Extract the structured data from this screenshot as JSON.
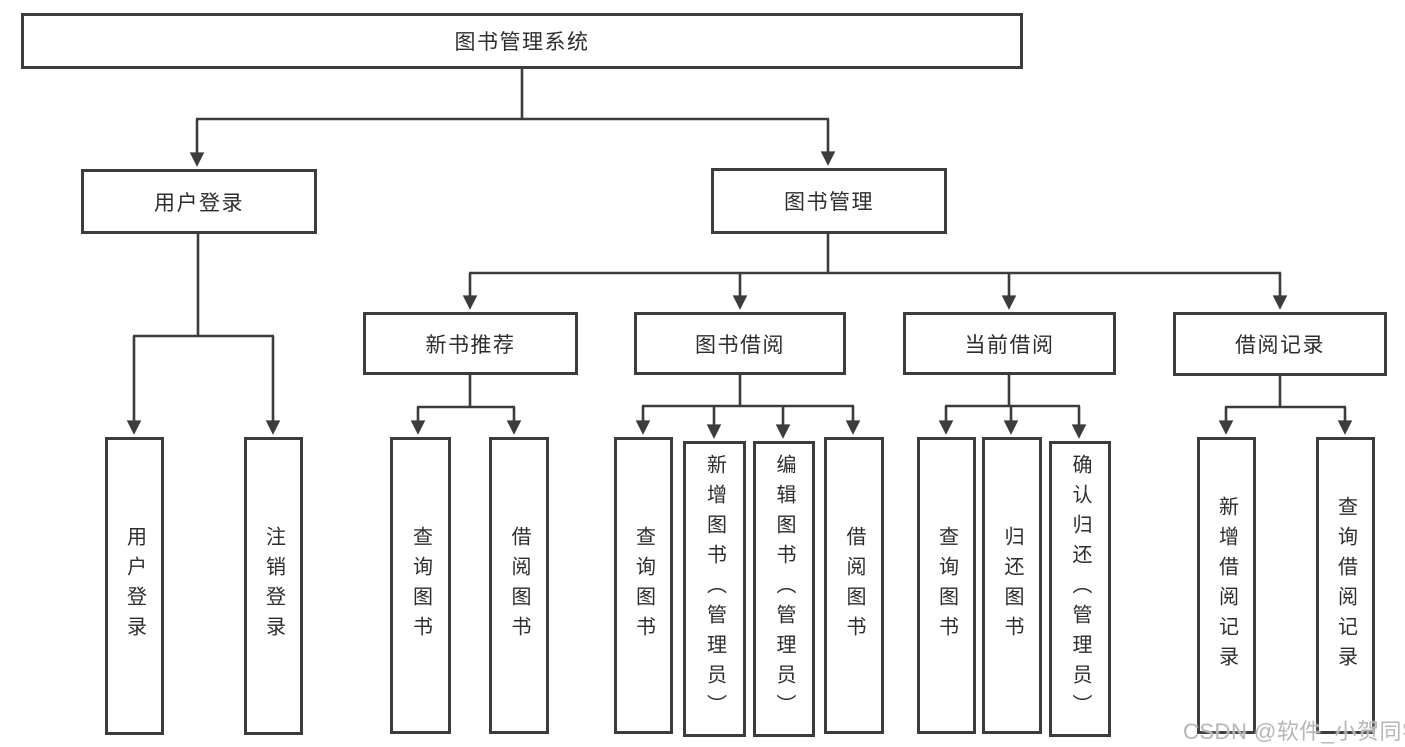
{
  "diagram": {
    "root": {
      "label": "图书管理系统"
    },
    "level2": [
      {
        "label": "用户登录"
      },
      {
        "label": "图书管理"
      }
    ],
    "level3": [
      {
        "label": "新书推荐",
        "parent": "图书管理"
      },
      {
        "label": "图书借阅",
        "parent": "图书管理"
      },
      {
        "label": "当前借阅",
        "parent": "图书管理"
      },
      {
        "label": "借阅记录",
        "parent": "图书管理"
      }
    ],
    "leaves": [
      {
        "label": "用户登录",
        "parent": "用户登录"
      },
      {
        "label": "注销登录",
        "parent": "用户登录"
      },
      {
        "label": "查询图书",
        "parent": "新书推荐"
      },
      {
        "label": "借阅图书",
        "parent": "新书推荐"
      },
      {
        "label": "查询图书",
        "parent": "图书借阅"
      },
      {
        "label": "新增图书（管理员）",
        "parent": "图书借阅"
      },
      {
        "label": "编辑图书（管理员）",
        "parent": "图书借阅"
      },
      {
        "label": "借阅图书",
        "parent": "图书借阅"
      },
      {
        "label": "查询图书",
        "parent": "当前借阅"
      },
      {
        "label": "归还图书",
        "parent": "当前借阅"
      },
      {
        "label": "确认归还（管理员）",
        "parent": "当前借阅"
      },
      {
        "label": "新增借阅记录",
        "parent": "借阅记录"
      },
      {
        "label": "查询借阅记录",
        "parent": "借阅记录"
      }
    ]
  },
  "watermark": {
    "text": "CSDN @软件_小贺同学"
  },
  "colors": {
    "line": "#3c3c3c",
    "text": "#2d2d2d",
    "background": "#ffffff",
    "watermark": "#b6b6b6"
  }
}
